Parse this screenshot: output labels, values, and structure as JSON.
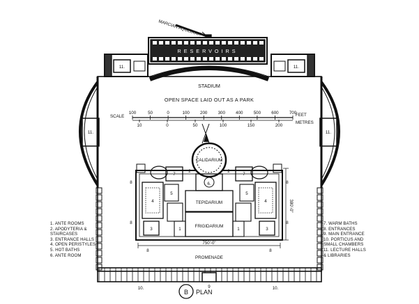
{
  "labels": {
    "aqueduct": "MARCIAN  AQUEDUCT",
    "reservoirs": "RESERVOIRS",
    "stadium": "STADIUM",
    "open_space": "OPEN  SPACE  LAID  OUT  AS  A  PARK",
    "scale": "SCALE",
    "feet": "FEET",
    "metres": "METRES",
    "caldarium": "CALIDARIUM",
    "tepidarium": "TEPIDARIUM",
    "frigidarium": "FRIGIDARIUM",
    "dim_width": "750'-0\"",
    "dim_height": "380'-0\"",
    "promenade": "PROMENADE",
    "plan_letter": "B",
    "plan_word": "PLAN"
  },
  "scale_feet": [
    "100",
    "50",
    "0",
    "100",
    "200",
    "300",
    "400",
    "500",
    "600",
    "700"
  ],
  "scale_metres": [
    "10",
    "0",
    "50",
    "100",
    "150",
    "200"
  ],
  "room_numbers": {
    "n11": "11.",
    "n6": "6.",
    "n7": "7",
    "n2": "2",
    "n3": "3",
    "n4": "4",
    "n5": "5",
    "n1": "1",
    "n8": "8",
    "n9": "9",
    "n10": "10."
  },
  "legend_left": [
    "1. ANTE ROOMS",
    "2. APODYTERIA &",
    "   STAIRCASES",
    "3. ENTRANCE HALLS",
    "4. OPEN PERISTYLES",
    "5. HOT BATHS",
    "6. ANTE ROOM"
  ],
  "legend_right": [
    "7. WARM BATHS",
    "8. ENTRANCES",
    "9. MAIN ENTRANCE",
    "10. PORTICUS AND",
    "    SMALL CHAMBERS",
    "11. LECTURE HALLS",
    "    & LIBRARIES"
  ]
}
